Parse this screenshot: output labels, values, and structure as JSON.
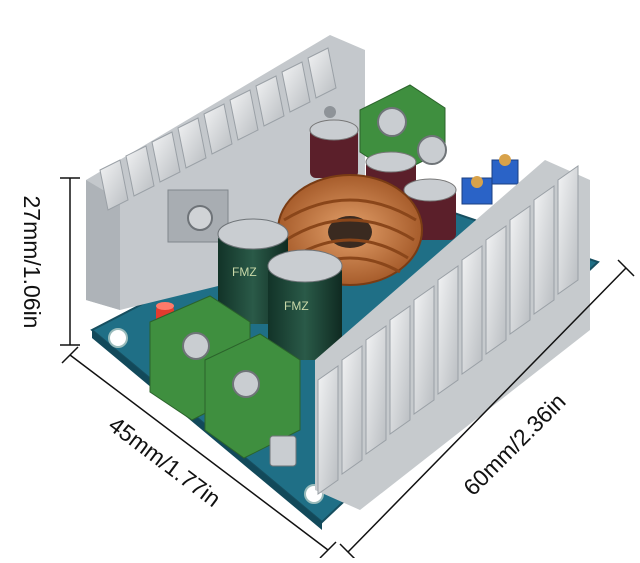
{
  "dimensions": {
    "height_label": "27mm/1.06in",
    "width_label": "45mm/1.77in",
    "length_label": "60mm/2.36in"
  },
  "capacitor_markings": {
    "large_cap_1": "FMZ",
    "large_cap_2": "FMZ"
  },
  "colors": {
    "pcb": "#1f6f86",
    "heatsink": "#d9dcdf",
    "terminal_block": "#3f8f3f",
    "capacitor": "#1f3f35",
    "inductor_copper": "#c9743a"
  }
}
